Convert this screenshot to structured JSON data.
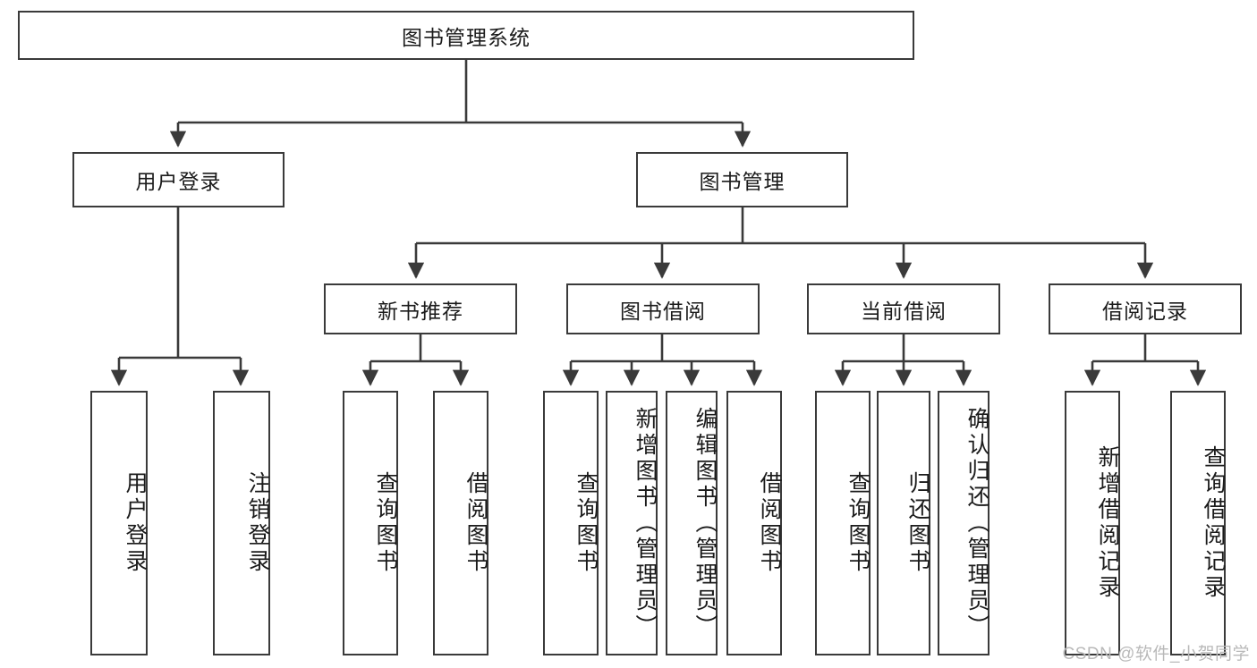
{
  "diagram": {
    "type": "tree",
    "title": "图书管理系统",
    "root": {
      "id": "root",
      "label": "图书管理系统",
      "orientation": "horizontal"
    },
    "level2": [
      {
        "id": "user-login",
        "label": "用户登录",
        "orientation": "horizontal"
      },
      {
        "id": "book-management",
        "label": "图书管理",
        "orientation": "horizontal"
      }
    ],
    "level3": [
      {
        "id": "new-book-recommend",
        "label": "新书推荐",
        "orientation": "horizontal",
        "parent": "book-management"
      },
      {
        "id": "book-borrow",
        "label": "图书借阅",
        "orientation": "horizontal",
        "parent": "book-management"
      },
      {
        "id": "current-borrow",
        "label": "当前借阅",
        "orientation": "horizontal",
        "parent": "book-management"
      },
      {
        "id": "borrow-record",
        "label": "借阅记录",
        "orientation": "horizontal",
        "parent": "book-management"
      }
    ],
    "leaves": [
      {
        "id": "leaf-user-login",
        "label": "用户登录",
        "parent": "user-login",
        "orientation": "vertical"
      },
      {
        "id": "leaf-user-logout",
        "label": "注销登录",
        "parent": "user-login",
        "orientation": "vertical"
      },
      {
        "id": "leaf-query-book-1",
        "label": "查询图书",
        "parent": "new-book-recommend",
        "orientation": "vertical"
      },
      {
        "id": "leaf-borrow-book-1",
        "label": "借阅图书",
        "parent": "new-book-recommend",
        "orientation": "vertical"
      },
      {
        "id": "leaf-query-book-2",
        "label": "查询图书",
        "parent": "book-borrow",
        "orientation": "vertical"
      },
      {
        "id": "leaf-add-book",
        "label": "新增图书（管理员）",
        "parent": "book-borrow",
        "orientation": "vertical"
      },
      {
        "id": "leaf-edit-book",
        "label": "编辑图书（管理员）",
        "parent": "book-borrow",
        "orientation": "vertical"
      },
      {
        "id": "leaf-borrow-book-2",
        "label": "借阅图书",
        "parent": "book-borrow",
        "orientation": "vertical"
      },
      {
        "id": "leaf-query-book-3",
        "label": "查询图书",
        "parent": "current-borrow",
        "orientation": "vertical"
      },
      {
        "id": "leaf-return-book",
        "label": "归还图书",
        "parent": "current-borrow",
        "orientation": "vertical"
      },
      {
        "id": "leaf-confirm-return",
        "label": "确认归还（管理员）",
        "parent": "current-borrow",
        "orientation": "vertical"
      },
      {
        "id": "leaf-add-record",
        "label": "新增借阅记录",
        "parent": "borrow-record",
        "orientation": "vertical"
      },
      {
        "id": "leaf-query-record",
        "label": "查询借阅记录",
        "parent": "borrow-record",
        "orientation": "vertical"
      }
    ],
    "watermark": "CSDN @软件_小贺同学",
    "colors": {
      "stroke": "#3a3a3a",
      "fill": "#ffffff",
      "text": "#1b1b1b",
      "watermark": "#b9b9b9"
    }
  }
}
